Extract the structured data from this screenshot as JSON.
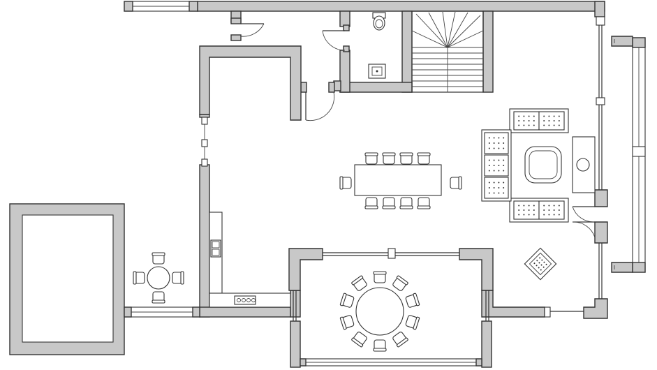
{
  "plan": {
    "colors": {
      "wall_fill": "#c8c8c8",
      "line": "#333333",
      "background": "#ffffff"
    },
    "dining_table_chairs": 10,
    "round_table_chairs": 10,
    "small_table_chairs": 4
  }
}
